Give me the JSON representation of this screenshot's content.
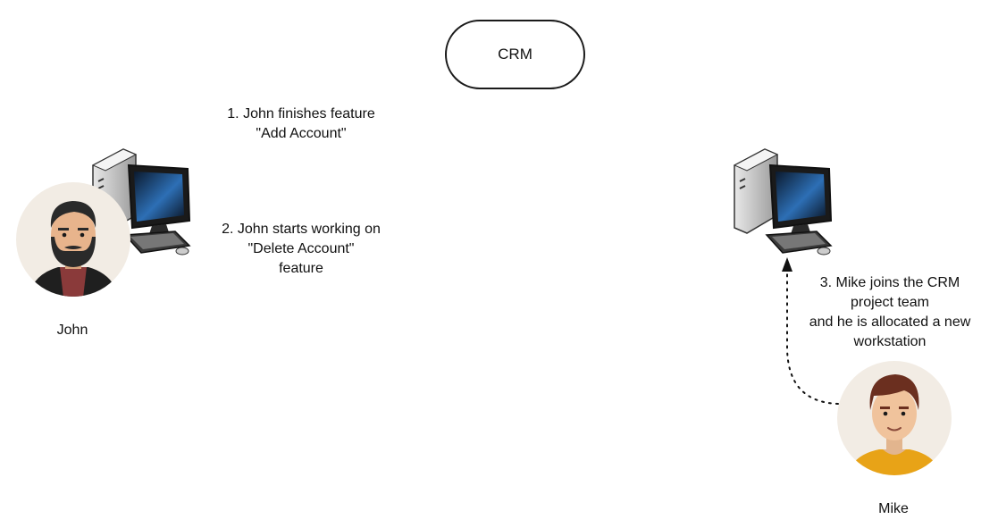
{
  "diagram": {
    "crm_node": {
      "label": "CRM"
    },
    "steps": [
      {
        "text": "1. John finishes feature\n\"Add Account\""
      },
      {
        "text": "2. John starts working on\n\"Delete Account\"\nfeature"
      },
      {
        "text": "3. Mike joins the CRM\nproject team\nand he is allocated a new\nworkstation"
      }
    ],
    "people": [
      {
        "name": "John",
        "icon": "bearded-man-avatar-icon"
      },
      {
        "name": "Mike",
        "icon": "young-man-avatar-icon"
      }
    ],
    "workstations": [
      {
        "owner": "John",
        "icon": "desktop-computer-icon"
      },
      {
        "owner": "Mike",
        "icon": "desktop-computer-icon"
      }
    ],
    "connectors": [
      {
        "from": "Mike",
        "to": "Mike workstation",
        "style": "dotted-arrow"
      }
    ],
    "colors": {
      "node_border": "#1a1a1a",
      "avatar_bg": "#f2ece4",
      "john_shirt": "#8a3a3a",
      "mike_shirt": "#e8a317"
    }
  }
}
